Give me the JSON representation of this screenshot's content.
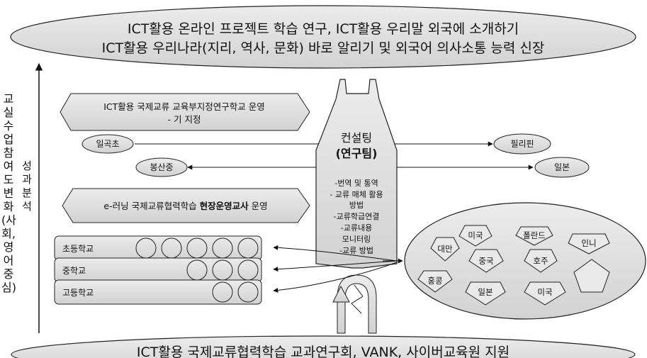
{
  "top_banner": {
    "line1": "ICT활용 온라인 프로젝트 학습 연구, ICT활용 우리말 외국에 소개하기",
    "line2": "ICT활용 우리나라(지리, 역사, 문화) 바로 알리기 및 외국어 의사소통 능력 신장"
  },
  "bottom_banner": {
    "text": "ICT활용 국제교류협력학습 교과연구회, VANK, 사이버교육원 지원"
  },
  "left_axis": {
    "outer_label": "교실 수업 참여도 변화(사회, 영어 중심)",
    "inner_label": "성과분석"
  },
  "research_school": {
    "line1": "ICT활용 국제교류 교육부지정연구학교 운영",
    "line2": "- 기 지정"
  },
  "elearning": {
    "prefix": "e-러닝 국제교류협력학습 ",
    "bold": "현장운영교사",
    "suffix": " 운영"
  },
  "pairs": [
    {
      "from": "일곡초",
      "to": "필리핀"
    },
    {
      "from": "봉산중",
      "to": "일본"
    }
  ],
  "consulting": {
    "title1": "컨설팅",
    "title2": "(연구팀)",
    "items": [
      "-번역 및 통역",
      "- 교류 매체 활용",
      "방법",
      "-교류학급연결",
      "-교류내용",
      "모니터링",
      "-교류 방법"
    ]
  },
  "schools": [
    {
      "label": "초등학교",
      "circles": 5
    },
    {
      "label": "중학교",
      "circles": 3
    },
    {
      "label": "고등학교",
      "circles": 2
    }
  ],
  "countries": [
    "대만",
    "미국",
    "폴란드",
    "인니",
    "중국",
    "호주",
    "홍콩",
    "일본",
    "미국",
    ""
  ]
}
